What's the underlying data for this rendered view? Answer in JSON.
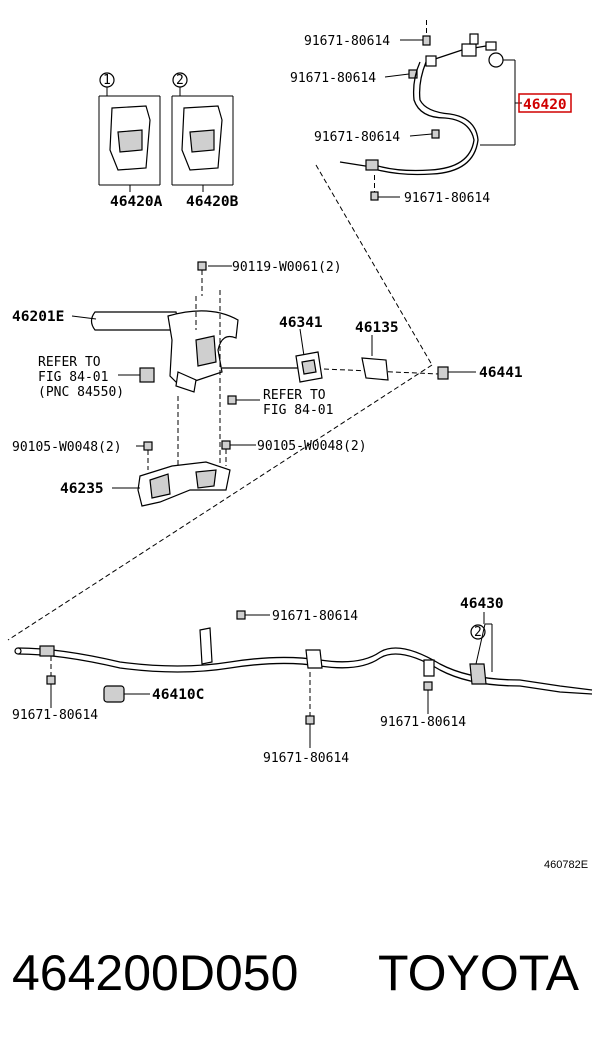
{
  "labels": {
    "bolt_top_1": "91671-80614",
    "bolt_top_2": "91671-80614",
    "bolt_top_3": "91671-80614",
    "bolt_top_4": "91671-80614",
    "part_highlight": "46420",
    "circle_1": "1",
    "circle_2": "2",
    "part_a": "46420A",
    "part_b": "46420B",
    "bolt_mid": "90119-W0061(2)",
    "lever": "46201E",
    "part_46341": "46341",
    "part_46135": "46135",
    "part_46441": "46441",
    "refer_1_line1": "REFER TO",
    "refer_1_line2": "FIG 84-01",
    "refer_1_line3": "(PNC 84550)",
    "refer_2_line1": "REFER TO",
    "refer_2_line2": "FIG 84-01",
    "bolt_left_mid": "90105-W0048(2)",
    "bolt_right_mid": "90105-W0048(2)",
    "part_46235": "46235",
    "bolt_low_1": "91671-80614",
    "part_46430": "46430",
    "circle_low": "2",
    "bolt_low_left": "91671-80614",
    "part_46410c": "46410C",
    "bolt_low_right": "91671-80614",
    "bolt_low_center": "91671-80614",
    "ref_code": "460782E"
  },
  "footer": {
    "part_number": "464200D050",
    "brand": "TOYOTA"
  },
  "colors": {
    "highlight": "#d00000",
    "line": "#000000",
    "background": "#ffffff"
  }
}
